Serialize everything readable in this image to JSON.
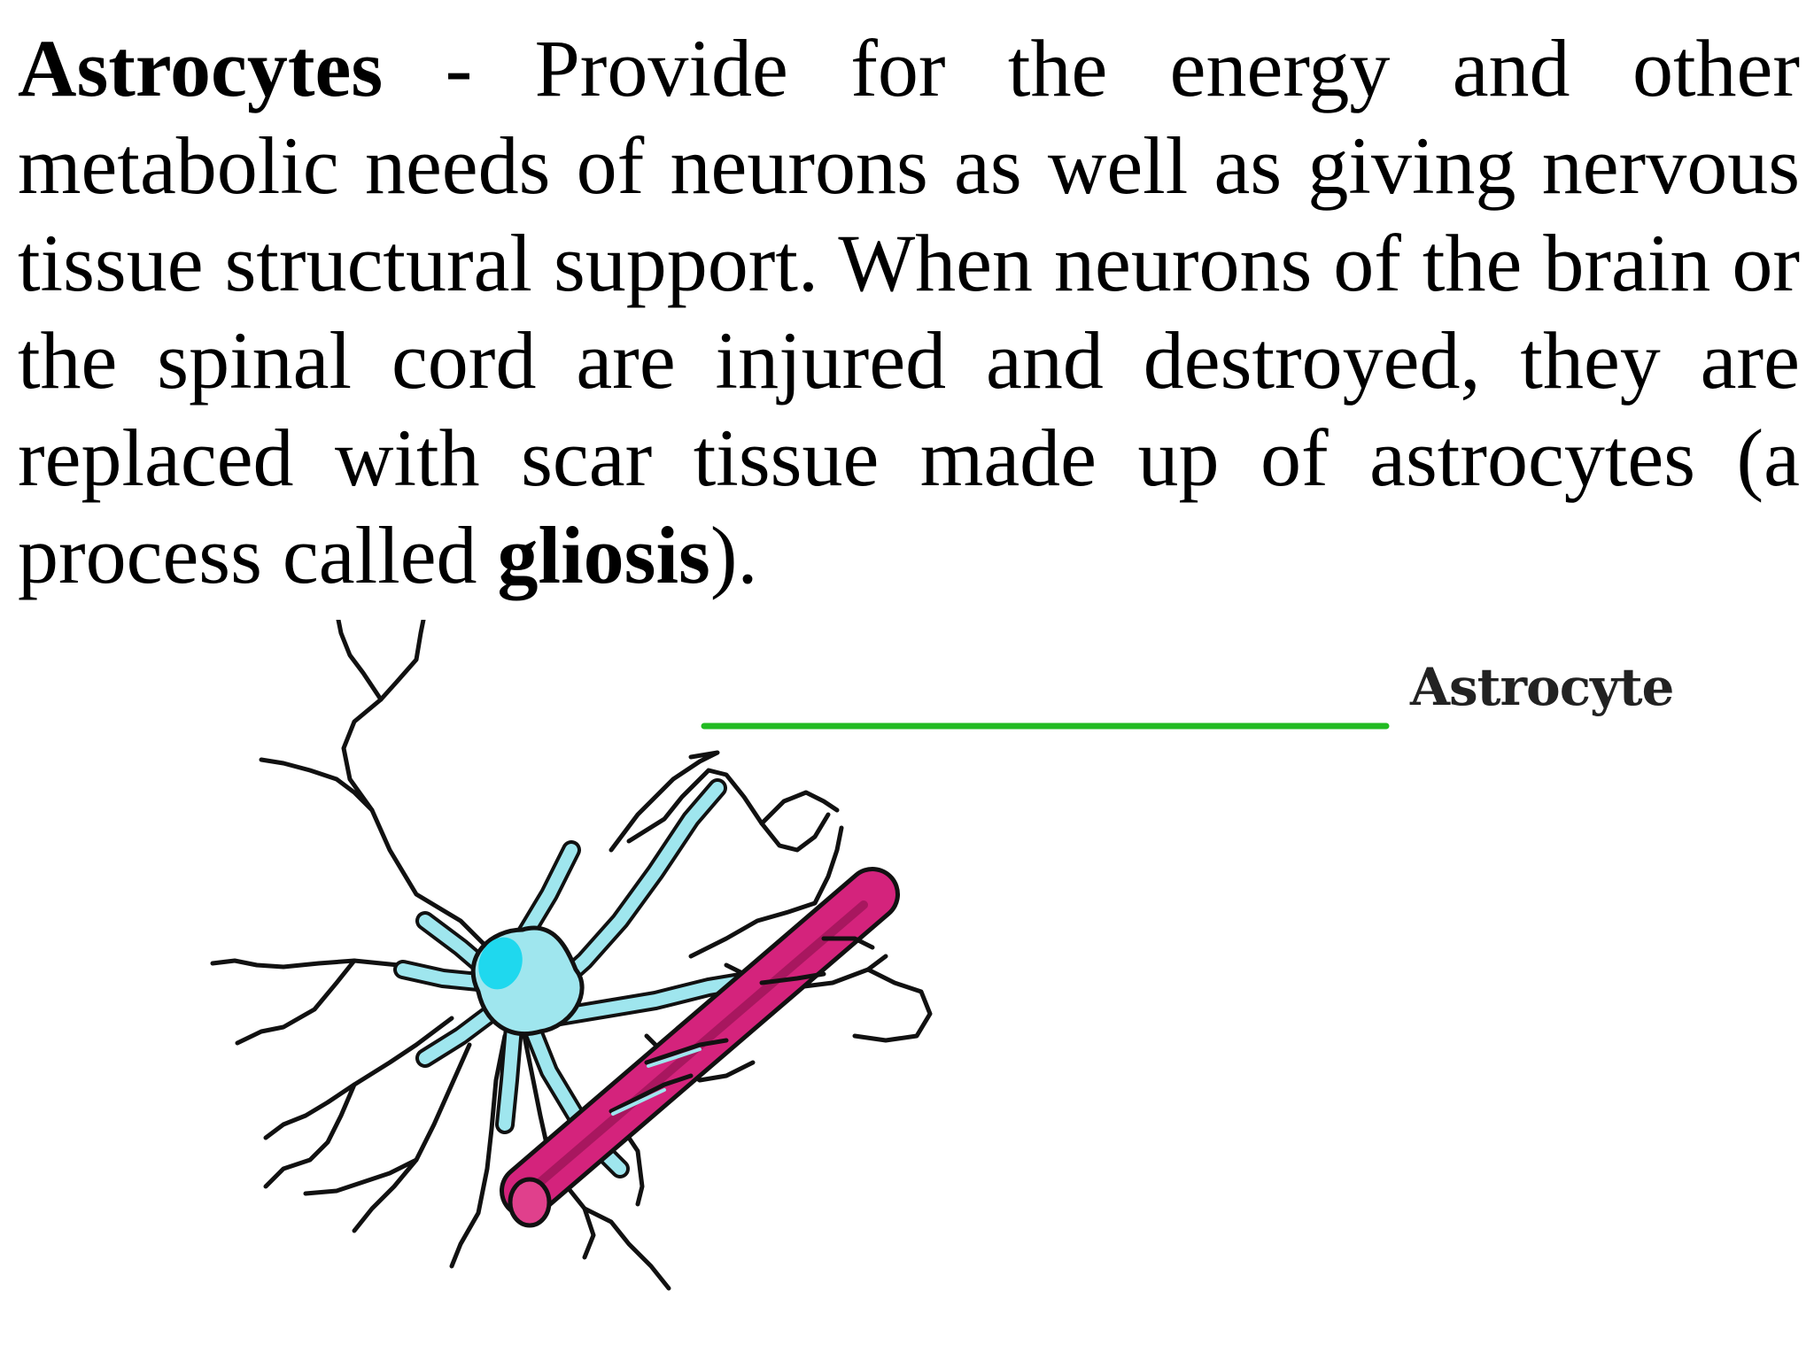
{
  "text": {
    "term": "Astrocytes",
    "body_intro": " - Provide for the energy and other metabolic needs of neurons as well as giving nervous tissue structural support. When neurons of the brain or the spinal cord are injured and destroyed, they are replaced with scar tissue made up of astrocytes (a process called ",
    "term2": "gliosis",
    "body_end": ")."
  },
  "diagram": {
    "label": "Astrocyte",
    "colors": {
      "leader_line": "#22bb22",
      "cell_fill": "#9fe6ee",
      "nucleus": "#1fd8ee",
      "process_outline": "#111111",
      "vessel_fill": "#d4237c",
      "vessel_dark": "#a8175f"
    }
  }
}
